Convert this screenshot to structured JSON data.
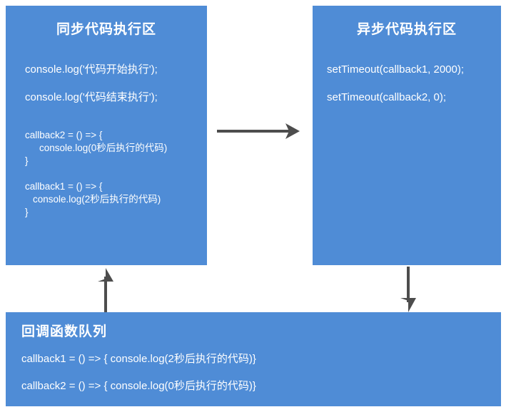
{
  "diagram": {
    "background_color": "#ffffff",
    "panel_color": "#4f8cd6",
    "text_color": "#ffffff",
    "arrow_color": "#4d4d4d"
  },
  "sync_panel": {
    "title": "同步代码执行区",
    "lines": [
      "console.log('代码开始执行');",
      "console.log('代码结束执行');"
    ],
    "callback2": {
      "open": "callback2 = () => {",
      "body": "console.log(0秒后执行的代码)",
      "close": "}"
    },
    "callback1": {
      "open": "callback1 = () => {",
      "body": "console.log(2秒后执行的代码)",
      "close": "}"
    }
  },
  "async_panel": {
    "title": "异步代码执行区",
    "lines": [
      "setTimeout(callback1, 2000);",
      "setTimeout(callback2, 0);"
    ]
  },
  "queue_panel": {
    "title": "回调函数队列",
    "items": [
      "callback1 = () => { console.log(2秒后执行的代码)}",
      "callback2 = () => { console.log(0秒后执行的代码)}"
    ]
  },
  "arrows": {
    "sync_to_async": "arrow-right",
    "async_to_queue": "arrow-down",
    "queue_to_sync": "arrow-up"
  }
}
